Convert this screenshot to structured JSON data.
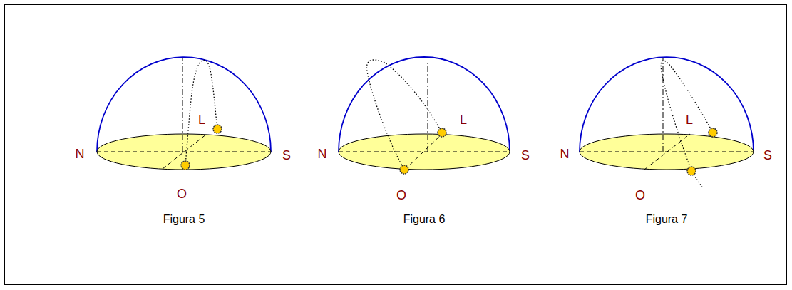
{
  "diagram": {
    "labels": [
      "N",
      "S",
      "L",
      "O",
      "Figura 5",
      "N",
      "S",
      "L",
      "O",
      "Figura 6",
      "N",
      "S",
      "L",
      "O",
      "Figura 7"
    ]
  }
}
